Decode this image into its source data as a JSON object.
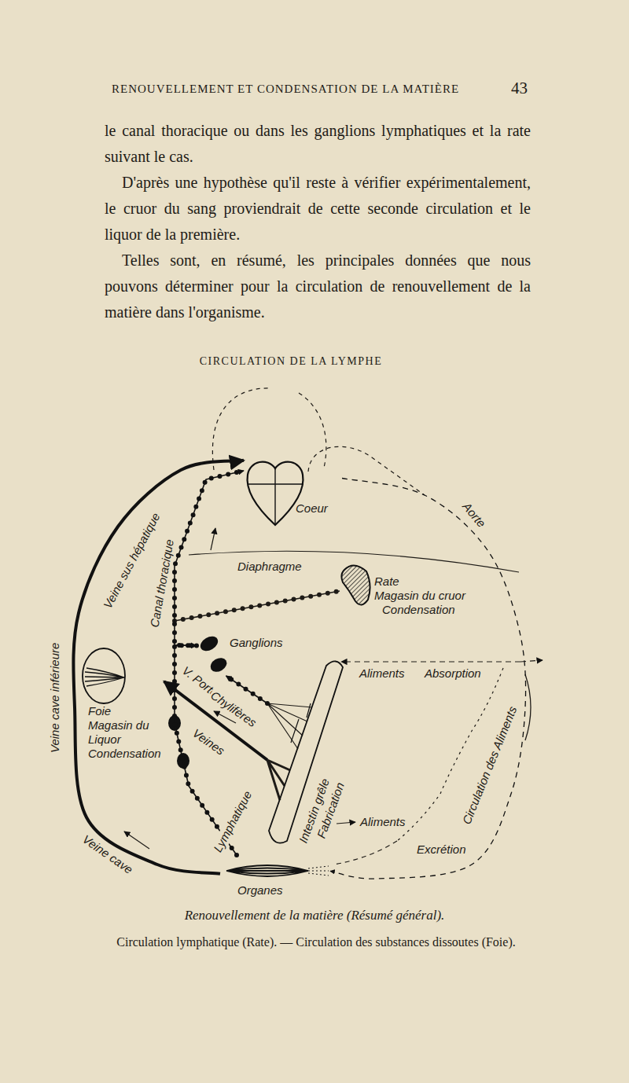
{
  "diagram": {
    "title": "CIRCULATION DE LA LYMPHE",
    "caption": "Renouvellement de la matière (Résumé général).",
    "nodes": [
      {
        "text": [
          "Coeur"
        ]
      },
      {
        "text": [
          "Rate",
          "Magasin du cruor",
          "Condensation"
        ]
      },
      {
        "text": [
          "Ganglions"
        ]
      },
      {
        "text": [
          "Foie",
          "Magasin du Liquor",
          "Condensation"
        ]
      },
      {
        "text": [
          "Intestin grêle",
          "Fabrication"
        ]
      },
      {
        "text": [
          "Organes"
        ]
      }
    ],
    "edges": [
      {
        "from": 4,
        "to": 3,
        "label": "V. Porte",
        "arrow": "to"
      },
      {
        "from": 4,
        "to": 2,
        "label": "Chylifères",
        "arrow": "to"
      },
      {
        "from": 2,
        "to": 0,
        "label": "Canal thoracique",
        "arrow": "to"
      },
      {
        "from": 5,
        "to": 0,
        "label": "Veine cave inférieure",
        "arrow": "to"
      },
      {
        "from": 5,
        "to": 2,
        "label": "Lymphatique",
        "arrow": "to"
      },
      {
        "from": 0,
        "to": 5,
        "label": "Aorte",
        "arrow": "to"
      }
    ],
    "labels": [
      "RENOUVELLEMENT ET CONDENSATION DE LA MATIÈRE",
      "43",
      "le canal thoracique ou dans les ganglions lymphatiques et la rate suivant le cas.",
      "D'après une hypothèse qu'il reste à vérifier expérimentalement, le cruor du sang proviendrait de cette seconde circulation et le liquor de la première.",
      "Telles sont, en résumé, les principales données que nous pouvons déterminer pour la circulation de renouvellement de la matière dans l'organisme.",
      "Diaphragme",
      "Veine sus hépatique",
      "Veine cave",
      "Veines",
      "Aliments",
      "Absorption",
      "Aliments",
      "Excrétion",
      "Circulation des Aliments",
      "Circulation lymphatique (Rate). — Circulation des substances dissoutes (Foie)."
    ]
  }
}
